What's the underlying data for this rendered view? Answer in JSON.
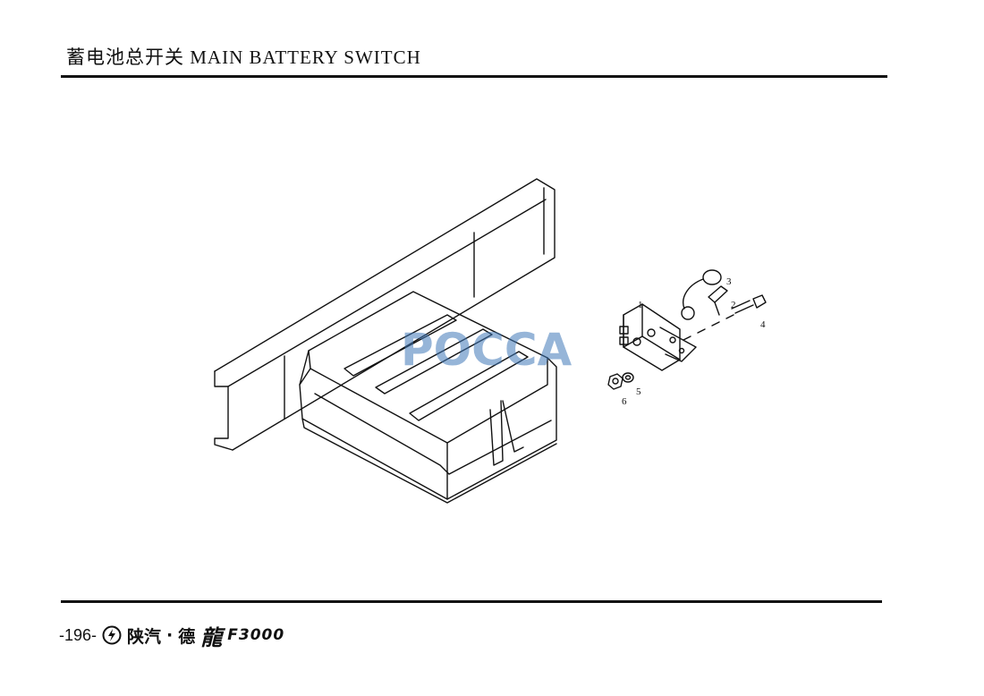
{
  "header": {
    "title": "蓄电池总开关 MAIN BATTERY SWITCH"
  },
  "diagram": {
    "callouts": [
      "1",
      "2",
      "3",
      "4",
      "5",
      "6"
    ],
    "watermark": "POCCA"
  },
  "footer": {
    "page_number": "-196-",
    "brand_cn": "陕汽",
    "separator": "·",
    "brand_cn2": "德",
    "brand_cn3": "龍",
    "model": "F3000"
  },
  "colors": {
    "ink": "#111111",
    "watermark": "#3f78b8"
  }
}
